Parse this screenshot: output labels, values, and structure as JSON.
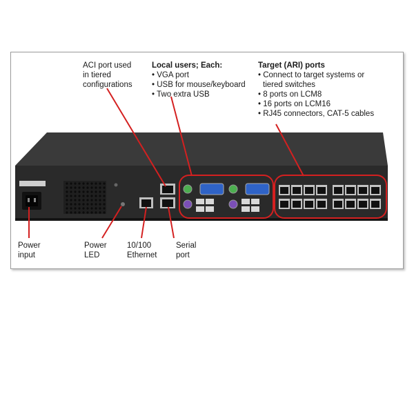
{
  "callouts": {
    "aci": [
      "ACI port used",
      "in tiered",
      "configurations"
    ],
    "local_heading": "Local users; Each:",
    "local_items": [
      "• VGA port",
      "• USB for mouse/keyboard",
      "• Two extra USB"
    ],
    "target_heading": "Target (ARI) ports",
    "target_items": [
      "• Connect to target systems or",
      "  tiered switches",
      "• 8 ports on LCM8",
      "• 16 ports on LCM16",
      "• RJ45 connectors, CAT-5 cables"
    ],
    "power_input": [
      "Power",
      "input"
    ],
    "power_led": [
      "Power",
      "LED"
    ],
    "ethernet": [
      "10/100",
      "Ethernet"
    ],
    "serial": [
      "Serial",
      "port"
    ]
  },
  "colors": {
    "callout_red": "#d42020",
    "chassis": "#2a2a2a",
    "chassis_top": "#3a3a3a"
  }
}
